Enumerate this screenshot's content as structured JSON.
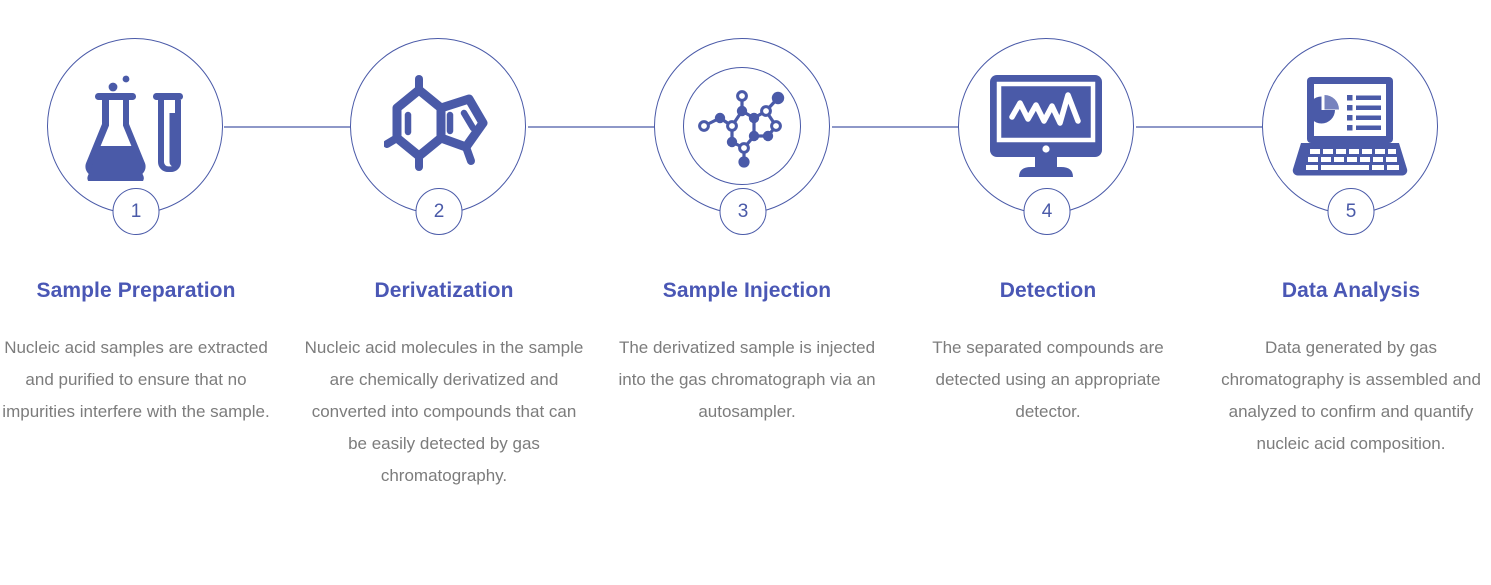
{
  "theme": {
    "accent": "#4a5aa8",
    "title_color": "#4a57b5",
    "body_color": "#7c7c7c",
    "background": "#ffffff",
    "line_color": "#4a5aa8"
  },
  "diagram": {
    "type": "process-flow",
    "orientation": "horizontal",
    "step_count": 5
  },
  "steps": [
    {
      "number": "1",
      "title": "Sample Preparation",
      "body": "Nucleic acid samples are extracted and purified to ensure that no impurities interfere with the sample.",
      "icon": "flask-and-test-tube-icon"
    },
    {
      "number": "2",
      "title": "Derivatization",
      "body": "Nucleic acid molecules in the sample are chemically derivatized and converted into compounds that can be easily detected by gas chromatography.",
      "icon": "molecule-rings-icon"
    },
    {
      "number": "3",
      "title": "Sample Injection",
      "body": "The derivatized sample is injected into the gas chromatograph via an autosampler.",
      "icon": "molecule-ball-stick-icon"
    },
    {
      "number": "4",
      "title": "Detection",
      "body": "The separated compounds are detected using an appropriate detector.",
      "icon": "monitor-chromatogram-icon"
    },
    {
      "number": "5",
      "title": "Data Analysis",
      "body": "Data generated by gas chromatography is assembled and analyzed to confirm and quantify nucleic acid composition.",
      "icon": "laptop-chart-icon"
    }
  ]
}
